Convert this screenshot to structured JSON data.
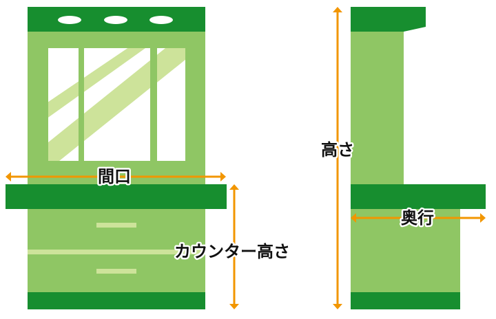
{
  "labels": {
    "width": "間口",
    "counter_height": "カウンター高さ",
    "height": "高さ",
    "depth": "奥行"
  },
  "colors": {
    "dark_green": "#178e2f",
    "light_green": "#8fc664",
    "pale_green": "#cde39a",
    "arrow": "#f29600"
  }
}
